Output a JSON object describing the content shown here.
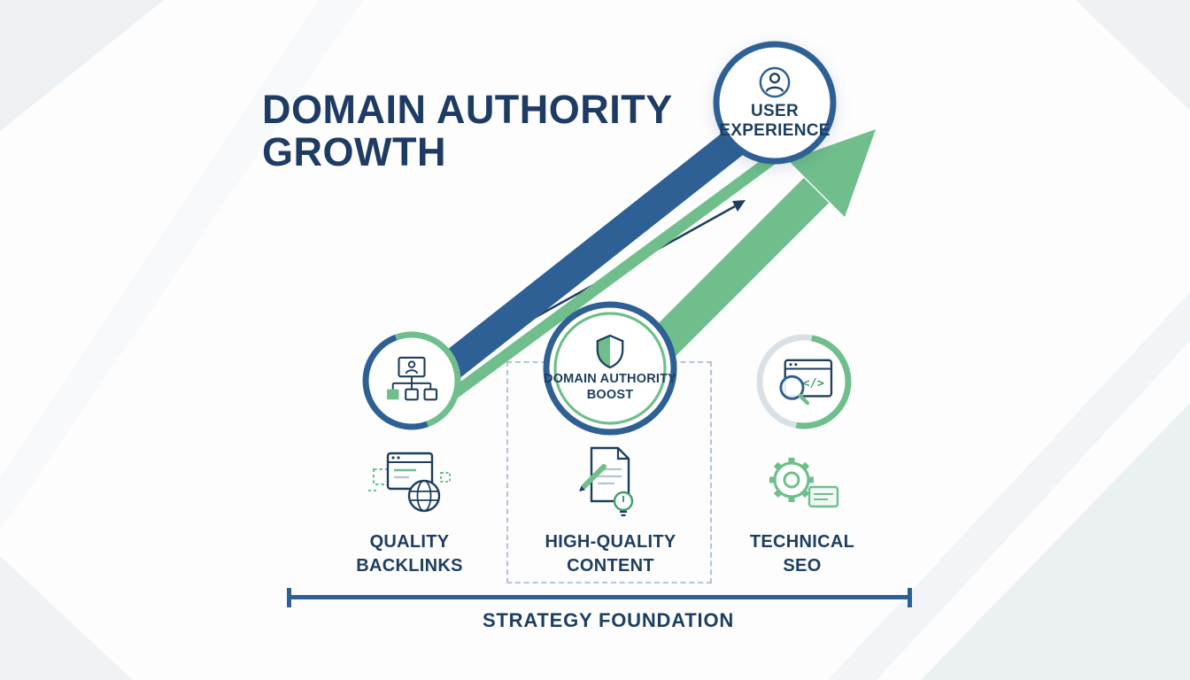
{
  "title": {
    "line1": "DOMAIN AUTHORITY",
    "line2": "GROWTH"
  },
  "nodes": {
    "user_experience": {
      "line1": "USER",
      "line2": "EXPERIENCE"
    },
    "domain_authority_boost": {
      "line1": "DOMAIN AUTHORITY",
      "line2": "BOOST"
    }
  },
  "pillars": [
    {
      "id": "quality-backlinks",
      "line1": "QUALITY",
      "line2": "BACKLINKS",
      "icon": "backlinks-network-icon"
    },
    {
      "id": "high-quality-content",
      "line1": "HIGH-QUALITY",
      "line2": "CONTENT",
      "icon": "content-writing-icon"
    },
    {
      "id": "technical-seo",
      "line1": "TECHNICAL",
      "line2": "SEO",
      "icon": "gear-settings-icon"
    }
  ],
  "foundation": {
    "label": "STRATEGY FOUNDATION"
  },
  "icons": {
    "user_experience_badge": "user-icon",
    "center_badge": "shield-icon",
    "left_badge": "network-sitemap-icon",
    "right_badge": "search-code-icon",
    "code_glyph": "</>"
  },
  "colors": {
    "navy_text": "#1d3e5e",
    "blue": "#2e6095",
    "green": "#6fbe8b",
    "ring_gray": "#d9e0e6",
    "dashed_border": "#b3c4d4",
    "background_shape": "#edf1f4"
  }
}
